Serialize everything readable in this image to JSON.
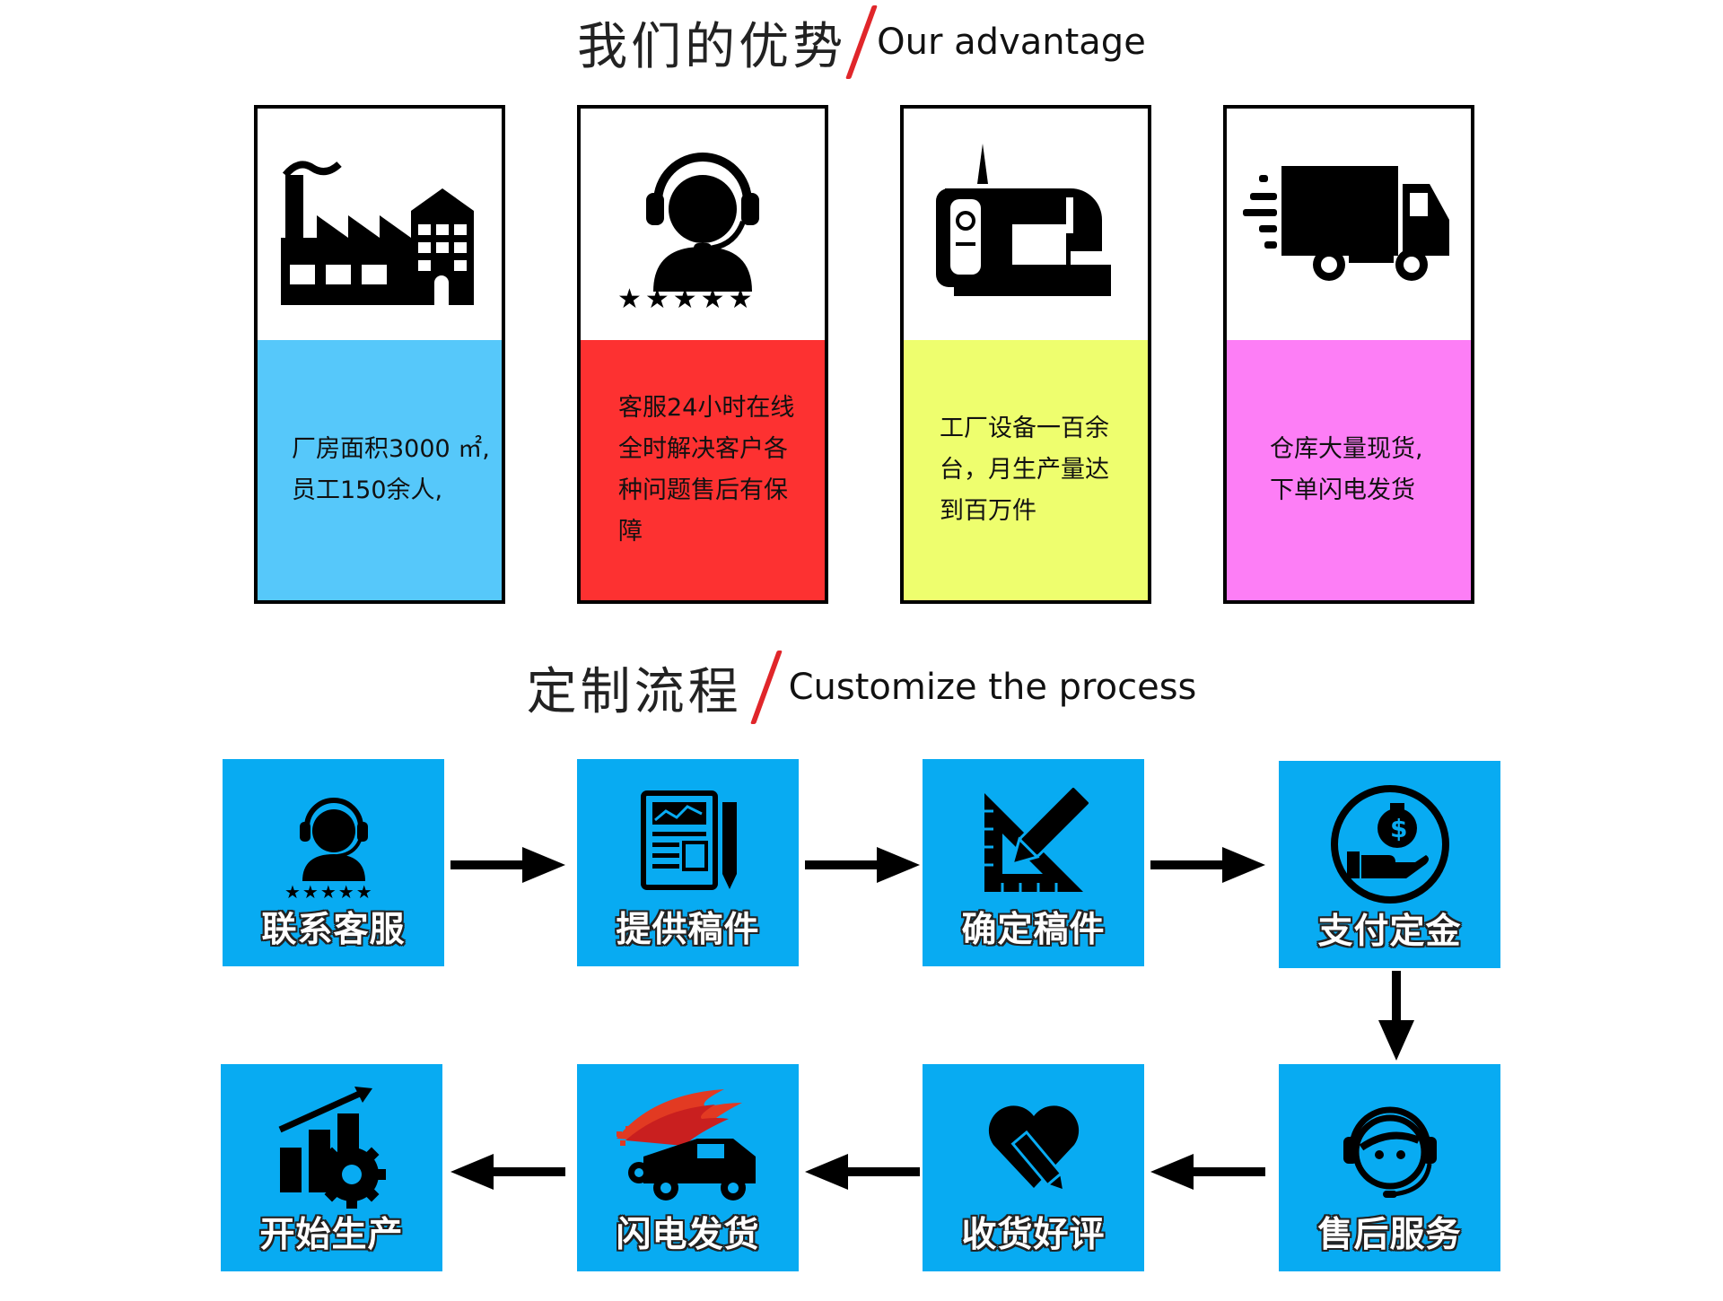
{
  "advantage_heading": {
    "cn": "我们的优势",
    "en": "Our advantage"
  },
  "process_heading": {
    "cn": "定制流程",
    "en": "Customize the process"
  },
  "advantages": [
    {
      "icon": "factory-icon",
      "color": "#56c8fa",
      "text": "厂房面积3000 ㎡,\n员工150余人,"
    },
    {
      "icon": "customer-service-icon",
      "color": "#fd3131",
      "text": "客服24小时在线\n全时解决客户各\n种问题售后有保\n障"
    },
    {
      "icon": "sewing-machine-icon",
      "color": "#eefe6e",
      "text": "工厂设备一百余\n台，月生产量达\n到百万件"
    },
    {
      "icon": "delivery-truck-icon",
      "color": "#fd7ef6",
      "text": "仓库大量现货,\n下单闪电发货"
    }
  ],
  "process_steps": [
    {
      "icon": "customer-service-icon",
      "label": "联系客服"
    },
    {
      "icon": "document-icon",
      "label": "提供稿件"
    },
    {
      "icon": "ruler-pencil-icon",
      "label": "确定稿件"
    },
    {
      "icon": "money-hand-icon",
      "label": "支付定金"
    },
    {
      "icon": "headset-smile-icon",
      "label": "售后服务"
    },
    {
      "icon": "heart-pencil-icon",
      "label": "收货好评"
    },
    {
      "icon": "fast-truck-icon",
      "label": "闪电发货"
    },
    {
      "icon": "chart-gear-icon",
      "label": "开始生产"
    }
  ],
  "colors": {
    "step_bg": "#08abf2",
    "slash": "#e0262a"
  }
}
